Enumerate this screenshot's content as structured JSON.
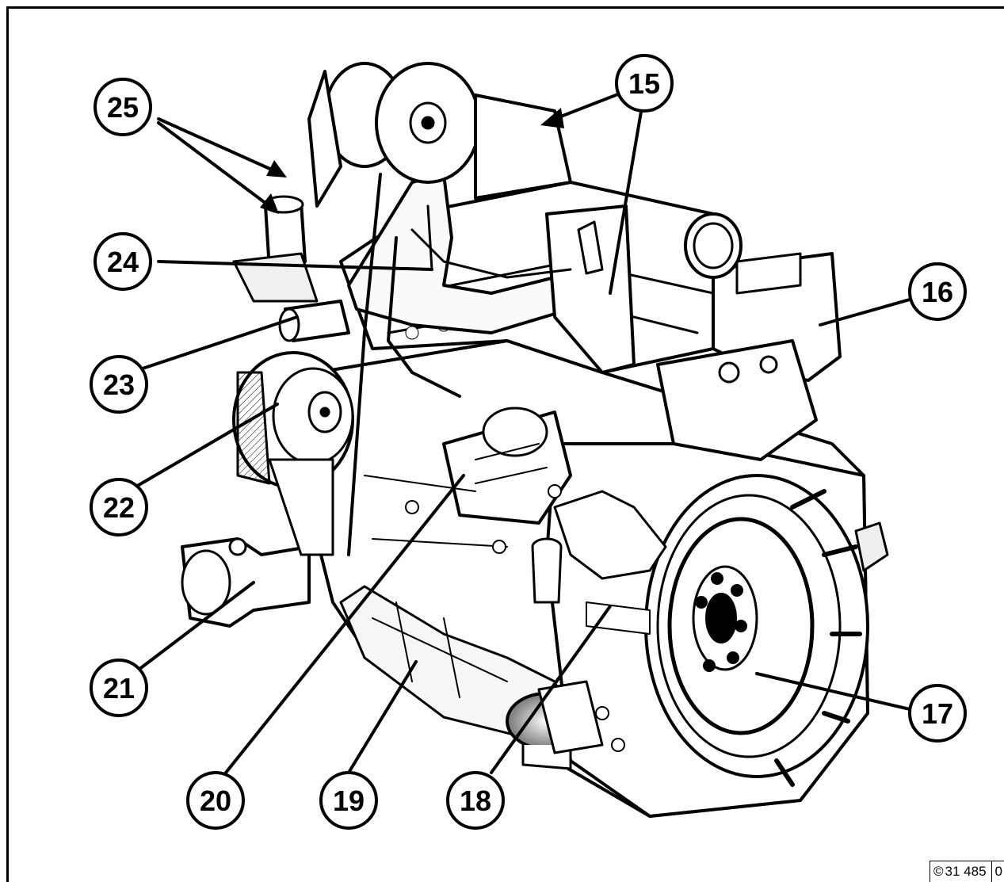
{
  "callouts": [
    {
      "id": "15",
      "label": "15"
    },
    {
      "id": "16",
      "label": "16"
    },
    {
      "id": "17",
      "label": "17"
    },
    {
      "id": "18",
      "label": "18"
    },
    {
      "id": "19",
      "label": "19"
    },
    {
      "id": "20",
      "label": "20"
    },
    {
      "id": "21",
      "label": "21"
    },
    {
      "id": "22",
      "label": "22"
    },
    {
      "id": "23",
      "label": "23"
    },
    {
      "id": "24",
      "label": "24"
    },
    {
      "id": "25",
      "label": "25"
    }
  ],
  "reference_code": {
    "copyright_symbol": "©",
    "number": "31 485",
    "suffix": "0"
  }
}
